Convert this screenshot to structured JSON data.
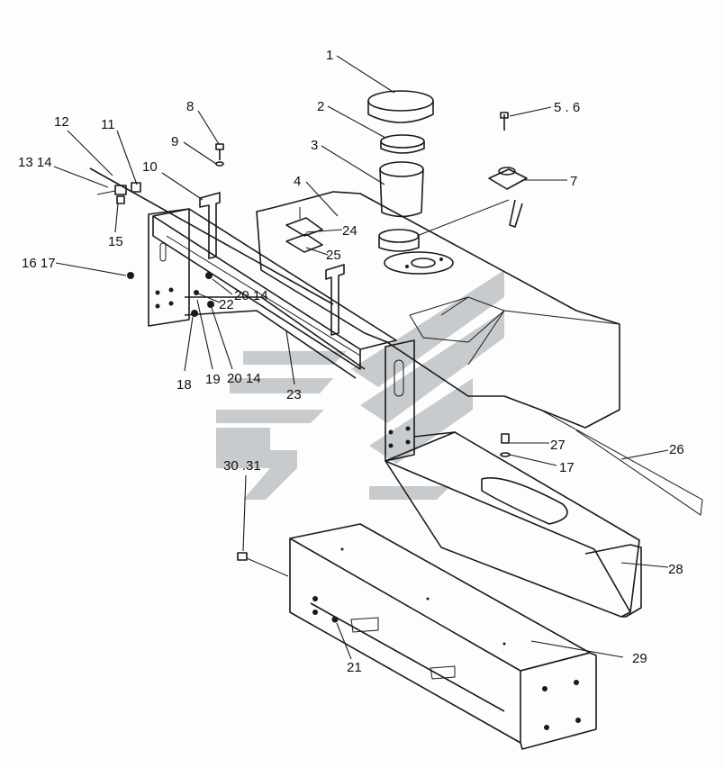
{
  "callouts": [
    {
      "id": "c1",
      "text": "1"
    },
    {
      "id": "c2",
      "text": "2"
    },
    {
      "id": "c3",
      "text": "3"
    },
    {
      "id": "c4",
      "text": "4"
    },
    {
      "id": "c56",
      "text": "5 . 6"
    },
    {
      "id": "c7",
      "text": "7"
    },
    {
      "id": "c8",
      "text": "8"
    },
    {
      "id": "c9",
      "text": "9"
    },
    {
      "id": "c10",
      "text": "10"
    },
    {
      "id": "c11",
      "text": "11"
    },
    {
      "id": "c12",
      "text": "12"
    },
    {
      "id": "c1314",
      "text": "13 14"
    },
    {
      "id": "c15",
      "text": "15"
    },
    {
      "id": "c1617",
      "text": "16 17"
    },
    {
      "id": "c2014a",
      "text": "20 14"
    },
    {
      "id": "c22",
      "text": "22"
    },
    {
      "id": "c24",
      "text": "24"
    },
    {
      "id": "c25",
      "text": "25"
    },
    {
      "id": "c18",
      "text": "18"
    },
    {
      "id": "c19",
      "text": "19"
    },
    {
      "id": "c2014b",
      "text": "20 14"
    },
    {
      "id": "c23",
      "text": "23"
    },
    {
      "id": "c26",
      "text": "26"
    },
    {
      "id": "c27",
      "text": "27"
    },
    {
      "id": "c17",
      "text": "17"
    },
    {
      "id": "c3031",
      "text": "30 .31"
    },
    {
      "id": "c28",
      "text": "28"
    },
    {
      "id": "c29",
      "text": "29"
    },
    {
      "id": "c21",
      "text": "21"
    }
  ]
}
